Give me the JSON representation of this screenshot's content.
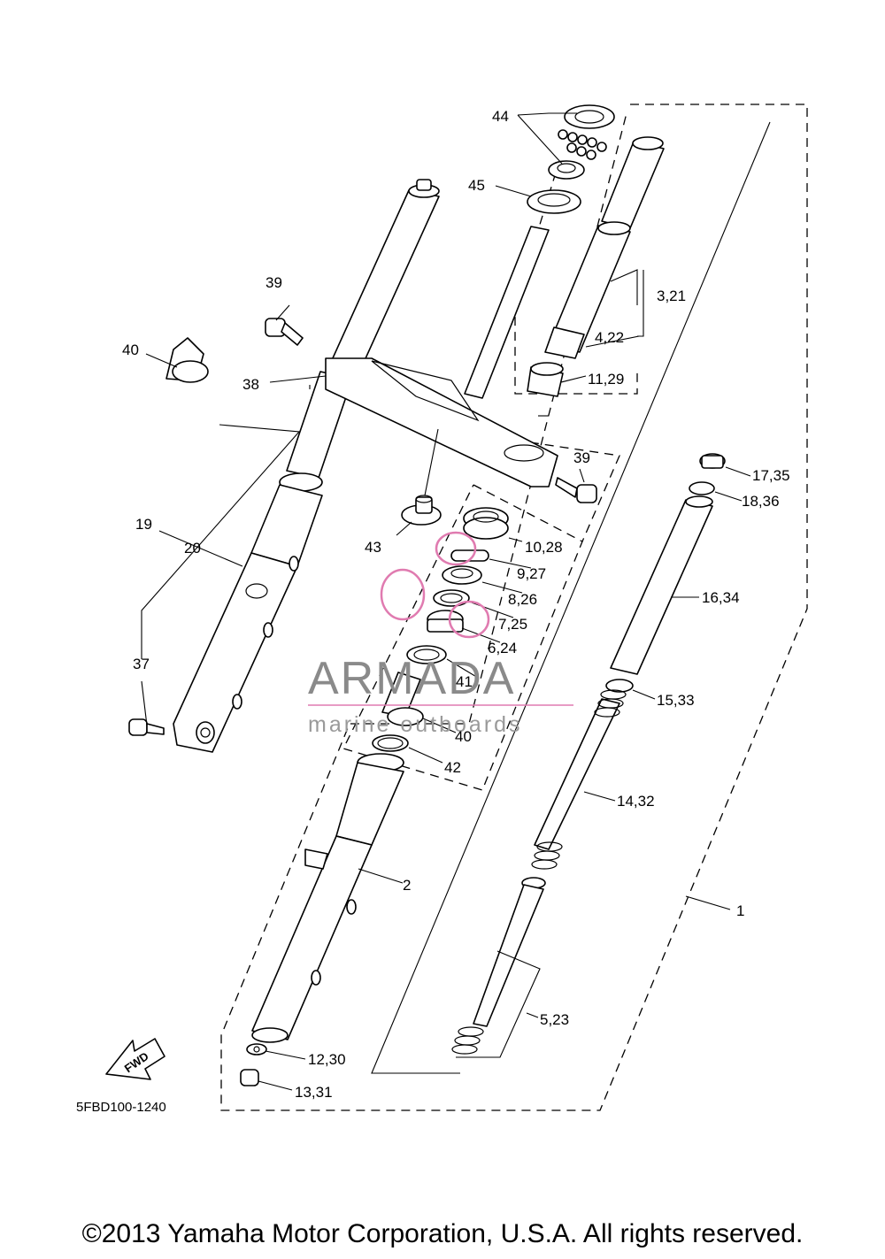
{
  "diagram": {
    "code": "5FBD100-1240",
    "fwd_label": "FWD",
    "callouts": {
      "c1": "1",
      "c2": "2",
      "c321": "3,21",
      "c422": "4,22",
      "c523": "5,23",
      "c624": "6,24",
      "c725": "7,25",
      "c826": "8,26",
      "c927": "9,27",
      "c1028": "10,28",
      "c1129": "11,29",
      "c1230": "12,30",
      "c1331": "13,31",
      "c1432": "14,32",
      "c1533": "15,33",
      "c1634": "16,34",
      "c1735": "17,35",
      "c1836": "18,36",
      "c19": "19",
      "c20": "20",
      "c37": "37",
      "c38": "38",
      "c39a": "39",
      "c39b": "39",
      "c40a": "40",
      "c40b": "40",
      "c41": "41",
      "c42": "42",
      "c43": "43",
      "c44": "44",
      "c45": "45"
    }
  },
  "watermark": {
    "brand": "ARMADA",
    "tagline": "marine outboards",
    "accent_color": "#e07bb0"
  },
  "footer": {
    "copyright": "©2013 Yamaha Motor Corporation, U.S.A. All rights reserved."
  }
}
